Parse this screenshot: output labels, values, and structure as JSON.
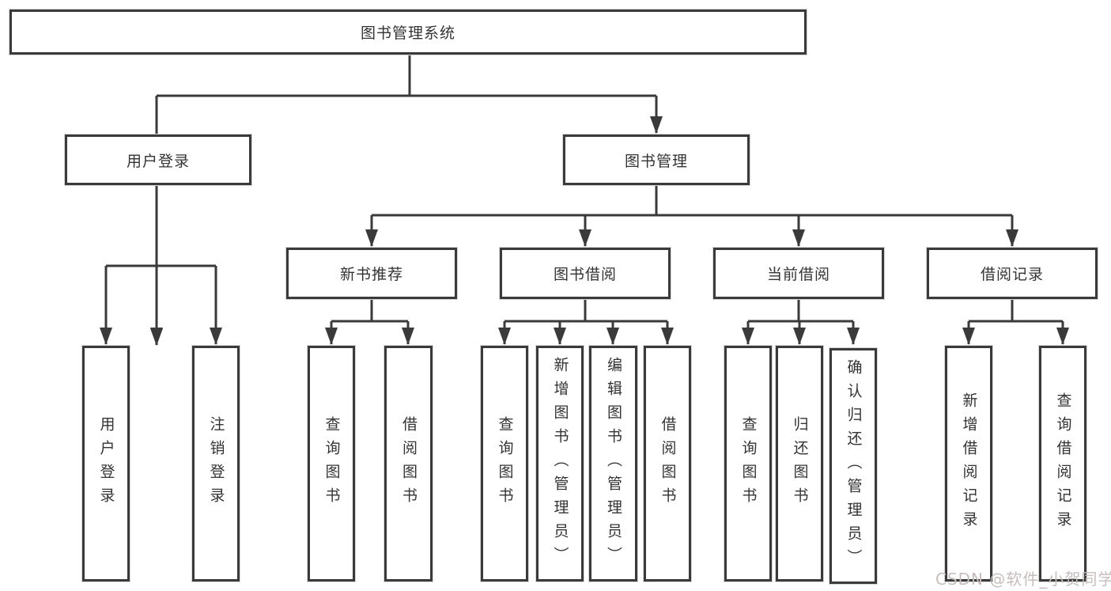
{
  "tree": {
    "root": "图书管理系统",
    "children": [
      {
        "label": "用户登录",
        "children": [
          "用户登录",
          "注销登录"
        ]
      },
      {
        "label": "图书管理",
        "children": [
          {
            "label": "新书推荐",
            "children": [
              "查询图书",
              "借阅图书"
            ]
          },
          {
            "label": "图书借阅",
            "children": [
              "查询图书",
              "新增图书（管理员）",
              "编辑图书（管理员）",
              "借阅图书"
            ]
          },
          {
            "label": "当前借阅",
            "children": [
              "查询图书",
              "归还图书",
              "确认归还（管理员）"
            ]
          },
          {
            "label": "借阅记录",
            "children": [
              "新增借阅记录",
              "查询借阅记录"
            ]
          }
        ]
      }
    ]
  },
  "watermark": {
    "text": "CSDN @软件_小贺同学"
  },
  "colors": {
    "line": "#3a3a3a",
    "box_border": "#3a3a3a",
    "text": "#333333",
    "watermark": "#c6bdbd",
    "background": "#ffffff"
  }
}
